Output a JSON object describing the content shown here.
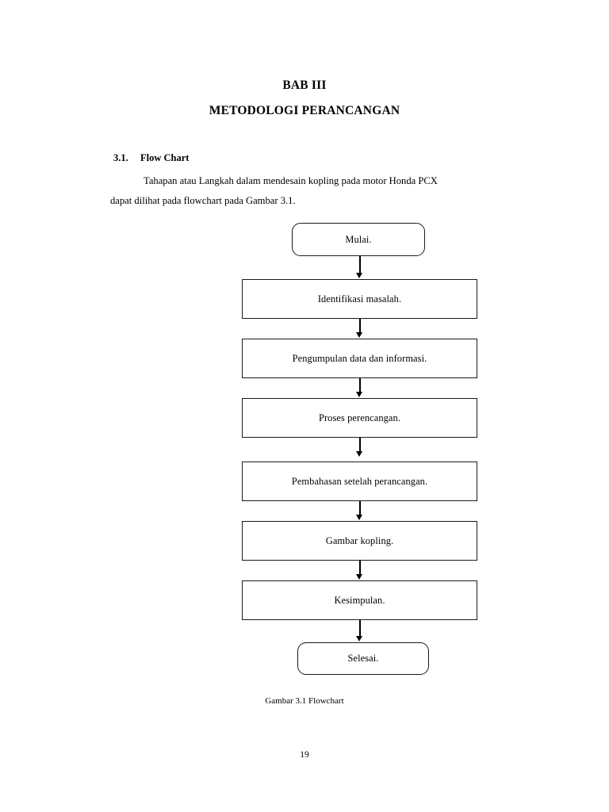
{
  "document": {
    "chapter_title": "BAB III",
    "chapter_subtitle": "METODOLOGI PERANCANGAN",
    "section": {
      "number": "3.1.",
      "title": "Flow Chart"
    },
    "paragraph": {
      "line1": "Tahapan atau Langkah dalam mendesain  kopling  pada motor  Honda  PCX",
      "line2": "dapat dilihat  pada flowchart  pada Gambar  3.1."
    },
    "figure_caption": "Gambar  3.1 Flowchart",
    "page_number": "19"
  },
  "chart_data": {
    "type": "diagram",
    "title": "Gambar  3.1 Flowchart",
    "orientation": "vertical",
    "nodes": [
      {
        "id": "n1",
        "label": "Mulai.",
        "shape": "terminal"
      },
      {
        "id": "n2",
        "label": "Identifikasi  masalah.",
        "shape": "process"
      },
      {
        "id": "n3",
        "label": "Pengumpulan  data dan informasi.",
        "shape": "process"
      },
      {
        "id": "n4",
        "label": "Proses perencangan.",
        "shape": "process"
      },
      {
        "id": "n5",
        "label": "Pembahasan  setelah  perancangan.",
        "shape": "process"
      },
      {
        "id": "n6",
        "label": "Gambar  kopling.",
        "shape": "process"
      },
      {
        "id": "n7",
        "label": "Kesimpulan.",
        "shape": "process"
      },
      {
        "id": "n8",
        "label": "Selesai.",
        "shape": "terminal"
      }
    ],
    "edges": [
      {
        "from": "n1",
        "to": "n2"
      },
      {
        "from": "n2",
        "to": "n3"
      },
      {
        "from": "n3",
        "to": "n4"
      },
      {
        "from": "n4",
        "to": "n5"
      },
      {
        "from": "n5",
        "to": "n6"
      },
      {
        "from": "n6",
        "to": "n7"
      },
      {
        "from": "n7",
        "to": "n8"
      }
    ],
    "colors": {
      "stroke": "#1a1a1a",
      "fill": "#ffffff",
      "text": "#000000"
    }
  }
}
